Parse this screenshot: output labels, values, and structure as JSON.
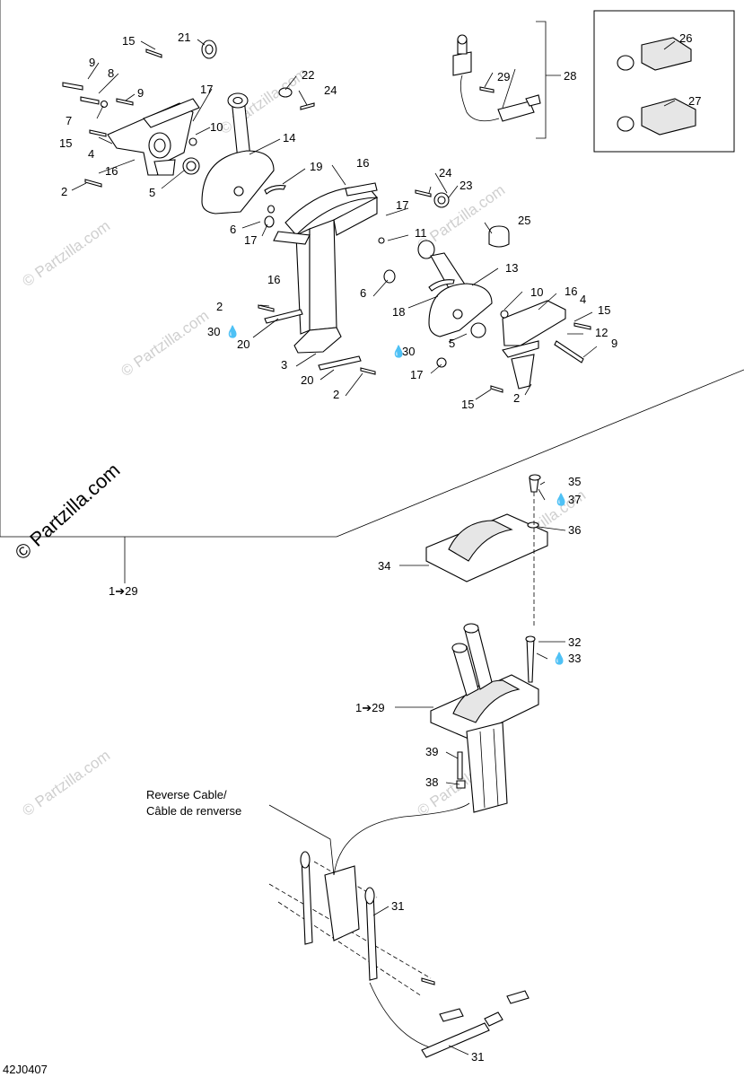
{
  "labels": {
    "l1": "1",
    "l2": "2",
    "l3": "3",
    "l4": "4",
    "l5": "5",
    "l6": "6",
    "l7": "7",
    "l8": "8",
    "l9": "9",
    "l10": "10",
    "l11": "11",
    "l12": "12",
    "l13": "13",
    "l14": "14",
    "l15": "15",
    "l16": "16",
    "l17": "17",
    "l18": "18",
    "l19": "19",
    "l20": "20",
    "l21": "21",
    "l22": "22",
    "l23": "23",
    "l24": "24",
    "l25": "25",
    "l26": "26",
    "l27": "27",
    "l28": "28",
    "l29": "29",
    "l30": "30",
    "l31": "31",
    "l32": "32",
    "l33": "33",
    "l34": "34",
    "l35": "35",
    "l36": "36",
    "l37": "37",
    "l38": "38",
    "l39": "39",
    "assy": "1➔29"
  },
  "cable_label_en": "Reverse Cable/",
  "cable_label_fr": "Câble de renverse",
  "watermark": "© Partzilla.com",
  "watermark_short": "Partzilla.com",
  "diagram_code": "42J0407"
}
